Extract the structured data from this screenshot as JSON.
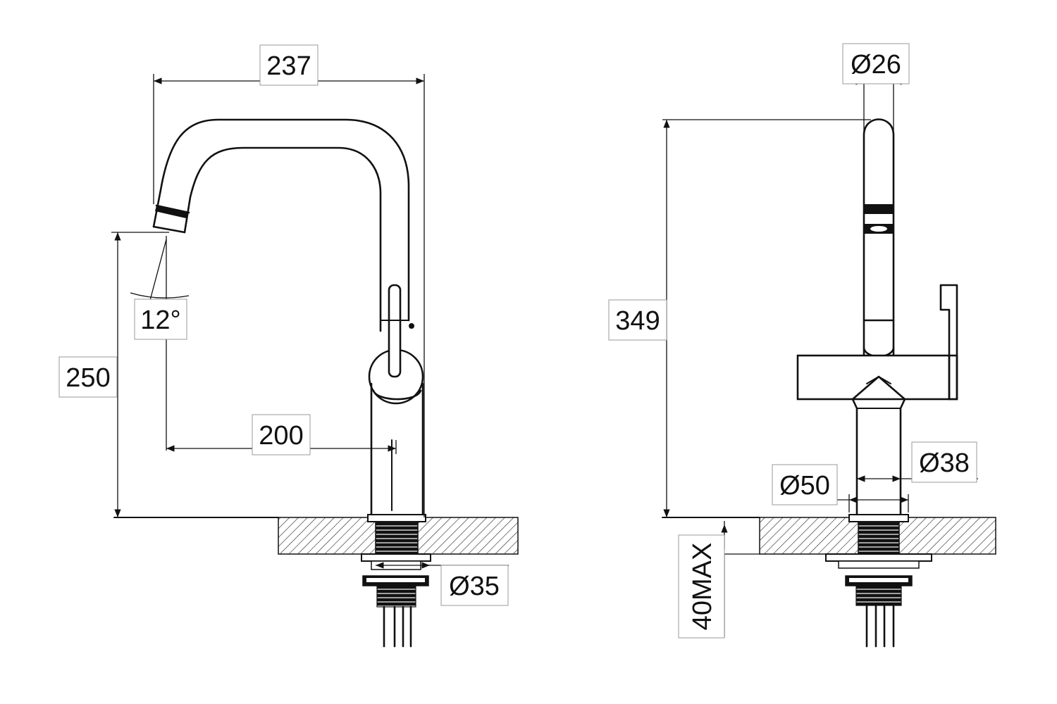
{
  "dimensions": {
    "spout_reach_total": "237",
    "spout_height": "250",
    "spout_angle": "12°",
    "spout_reach": "200",
    "base_diameter_left": "Ø35",
    "tube_diameter": "Ø26",
    "total_height": "349",
    "body_diameter": "Ø38",
    "flange_diameter": "Ø50",
    "counter_thickness": "40MAX"
  },
  "colors": {
    "line": "#111111",
    "label_border": "#9a9a9a",
    "background": "#ffffff"
  }
}
